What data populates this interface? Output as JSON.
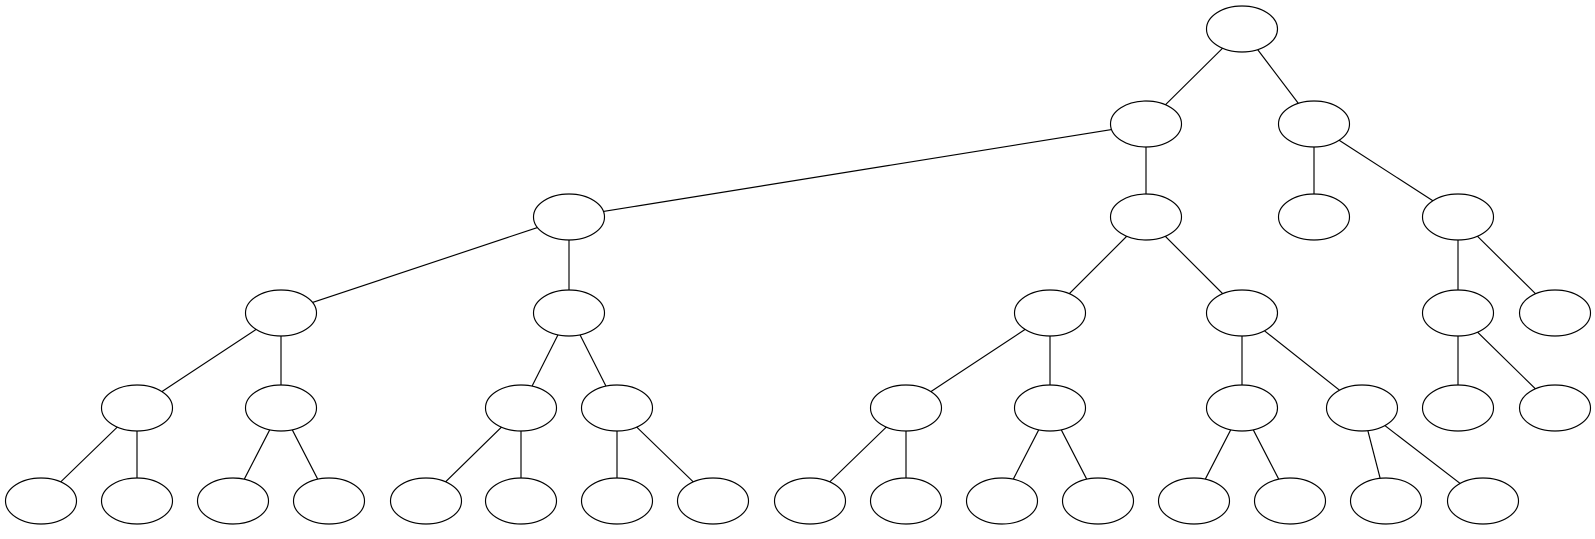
{
  "diagram": {
    "type": "tree",
    "node_label": "",
    "stroke_color": "#000000",
    "background_color": "#ffffff",
    "nodes": [
      {
        "id": "n0"
      },
      {
        "id": "n1",
        "parent": "n0"
      },
      {
        "id": "n2",
        "parent": "n0"
      },
      {
        "id": "n3",
        "parent": "n1"
      },
      {
        "id": "n4",
        "parent": "n1"
      },
      {
        "id": "n5",
        "parent": "n2"
      },
      {
        "id": "n6",
        "parent": "n2"
      },
      {
        "id": "n7",
        "parent": "n3"
      },
      {
        "id": "n8",
        "parent": "n3"
      },
      {
        "id": "n9",
        "parent": "n4"
      },
      {
        "id": "n10",
        "parent": "n4"
      },
      {
        "id": "n11",
        "parent": "n6"
      },
      {
        "id": "n12",
        "parent": "n6"
      },
      {
        "id": "n13",
        "parent": "n7"
      },
      {
        "id": "n14",
        "parent": "n7"
      },
      {
        "id": "n15",
        "parent": "n8"
      },
      {
        "id": "n16",
        "parent": "n8"
      },
      {
        "id": "n17",
        "parent": "n9"
      },
      {
        "id": "n18",
        "parent": "n9"
      },
      {
        "id": "n19",
        "parent": "n10"
      },
      {
        "id": "n20",
        "parent": "n10"
      },
      {
        "id": "n21",
        "parent": "n11"
      },
      {
        "id": "n22",
        "parent": "n11"
      },
      {
        "id": "n23",
        "parent": "n13"
      },
      {
        "id": "n24",
        "parent": "n13"
      },
      {
        "id": "n25",
        "parent": "n14"
      },
      {
        "id": "n26",
        "parent": "n14"
      },
      {
        "id": "n27",
        "parent": "n15"
      },
      {
        "id": "n28",
        "parent": "n15"
      },
      {
        "id": "n29",
        "parent": "n16"
      },
      {
        "id": "n30",
        "parent": "n16"
      },
      {
        "id": "n31",
        "parent": "n17"
      },
      {
        "id": "n32",
        "parent": "n17"
      },
      {
        "id": "n33",
        "parent": "n18"
      },
      {
        "id": "n34",
        "parent": "n18"
      },
      {
        "id": "n35",
        "parent": "n19"
      },
      {
        "id": "n36",
        "parent": "n19"
      },
      {
        "id": "n37",
        "parent": "n20"
      },
      {
        "id": "n38",
        "parent": "n20"
      }
    ]
  }
}
